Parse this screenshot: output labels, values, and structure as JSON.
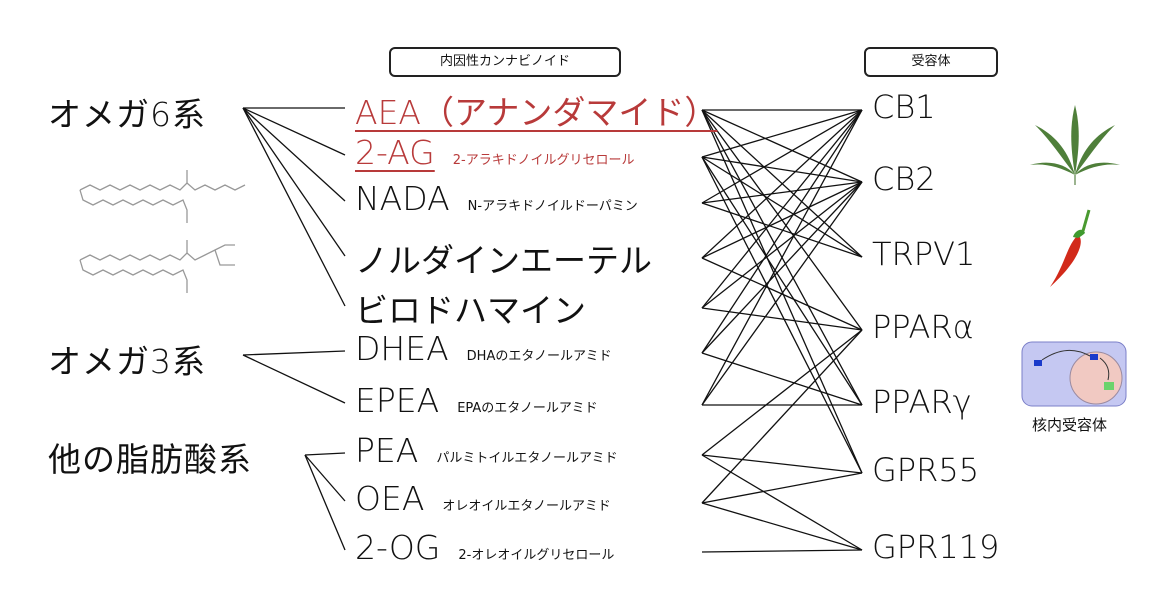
{
  "headers": {
    "ligands": "内因性カンナビノイド",
    "receptors": "受容体"
  },
  "groups": [
    {
      "label": "オメガ6系"
    },
    {
      "label": "オメガ3系"
    },
    {
      "label": "他の脂肪酸系"
    }
  ],
  "ligands": [
    {
      "name": "AEA（アナンダマイド）",
      "full": "",
      "highlight": true
    },
    {
      "name": "2-AG",
      "full": "2-アラキドノイルグリセロール",
      "highlight": true
    },
    {
      "name": "NADA",
      "full": "N-アラキドノイルドーパミン"
    },
    {
      "name": "ノルダインエーテル",
      "full": ""
    },
    {
      "name": "ビロドハマイン",
      "full": ""
    },
    {
      "name": "DHEA",
      "full": "DHAのエタノールアミド"
    },
    {
      "name": "EPEA",
      "full": "EPAのエタノールアミド"
    },
    {
      "name": "PEA",
      "full": "パルミトイルエタノールアミド"
    },
    {
      "name": "OEA",
      "full": "オレオイルエタノールアミド"
    },
    {
      "name": "2-OG",
      "full": "2-オレオイルグリセロール"
    }
  ],
  "receptors": [
    {
      "name": "CB1"
    },
    {
      "name": "CB2"
    },
    {
      "name": "TRPV1"
    },
    {
      "name": "PPARα"
    },
    {
      "name": "PPARγ"
    },
    {
      "name": "GPR55"
    },
    {
      "name": "GPR119"
    }
  ],
  "nuclear_label": "核内受容体",
  "group_links": [
    [
      0,
      [
        0,
        1,
        2,
        3,
        4
      ]
    ],
    [
      1,
      [
        5,
        6
      ]
    ],
    [
      2,
      [
        7,
        8,
        9
      ]
    ]
  ],
  "edges": [
    [
      0,
      0
    ],
    [
      0,
      1
    ],
    [
      0,
      2
    ],
    [
      0,
      3
    ],
    [
      0,
      4
    ],
    [
      0,
      5
    ],
    [
      1,
      0
    ],
    [
      1,
      1
    ],
    [
      1,
      2
    ],
    [
      1,
      4
    ],
    [
      1,
      5
    ],
    [
      2,
      0
    ],
    [
      2,
      1
    ],
    [
      2,
      2
    ],
    [
      3,
      0
    ],
    [
      3,
      1
    ],
    [
      3,
      3
    ],
    [
      4,
      0
    ],
    [
      4,
      1
    ],
    [
      4,
      3
    ],
    [
      5,
      0
    ],
    [
      5,
      1
    ],
    [
      5,
      4
    ],
    [
      6,
      0
    ],
    [
      6,
      1
    ],
    [
      6,
      4
    ],
    [
      7,
      3
    ],
    [
      7,
      5
    ],
    [
      7,
      6
    ],
    [
      8,
      3
    ],
    [
      8,
      5
    ],
    [
      8,
      6
    ],
    [
      9,
      6
    ]
  ],
  "colors": {
    "highlight": "#b83a3a",
    "line": "#111111"
  }
}
